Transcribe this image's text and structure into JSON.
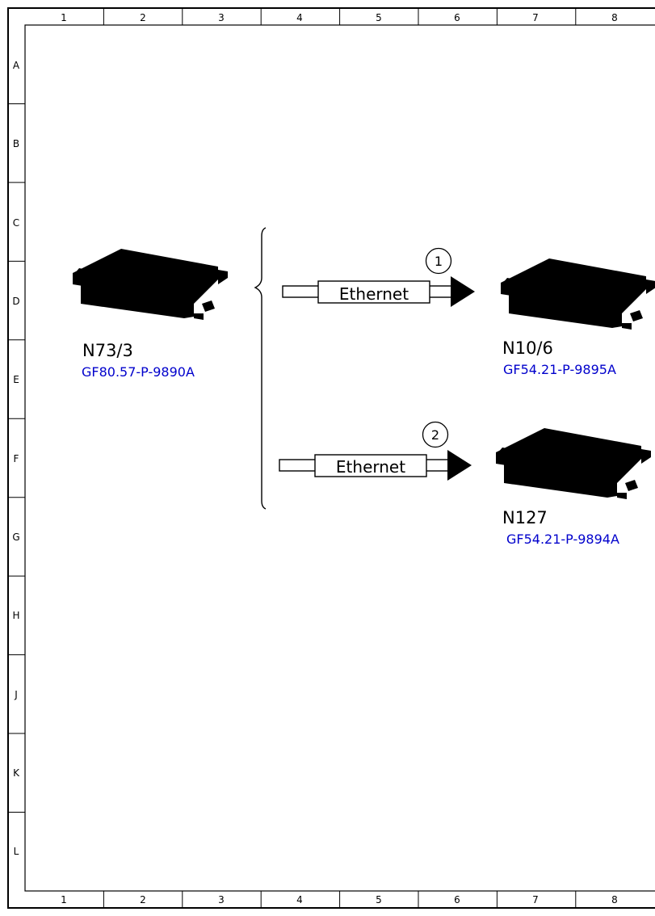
{
  "grid": {
    "columns": [
      "1",
      "2",
      "3",
      "4",
      "5",
      "6",
      "7",
      "8"
    ],
    "rows": [
      "A",
      "B",
      "C",
      "D",
      "E",
      "F",
      "G",
      "H",
      "J",
      "K",
      "L"
    ]
  },
  "components": {
    "source": {
      "name": "N73/3",
      "ref": "GF80.57-P-9890A"
    },
    "target1": {
      "name": "N10/6",
      "ref": "GF54.21-P-9895A"
    },
    "target2": {
      "name": "N127",
      "ref": "GF54.21-P-9894A"
    }
  },
  "connections": [
    {
      "number": "1",
      "label": "Ethernet"
    },
    {
      "number": "2",
      "label": "Ethernet"
    }
  ],
  "colors": {
    "line": "#000000",
    "reference": "#0000cc",
    "background": "#ffffff"
  }
}
